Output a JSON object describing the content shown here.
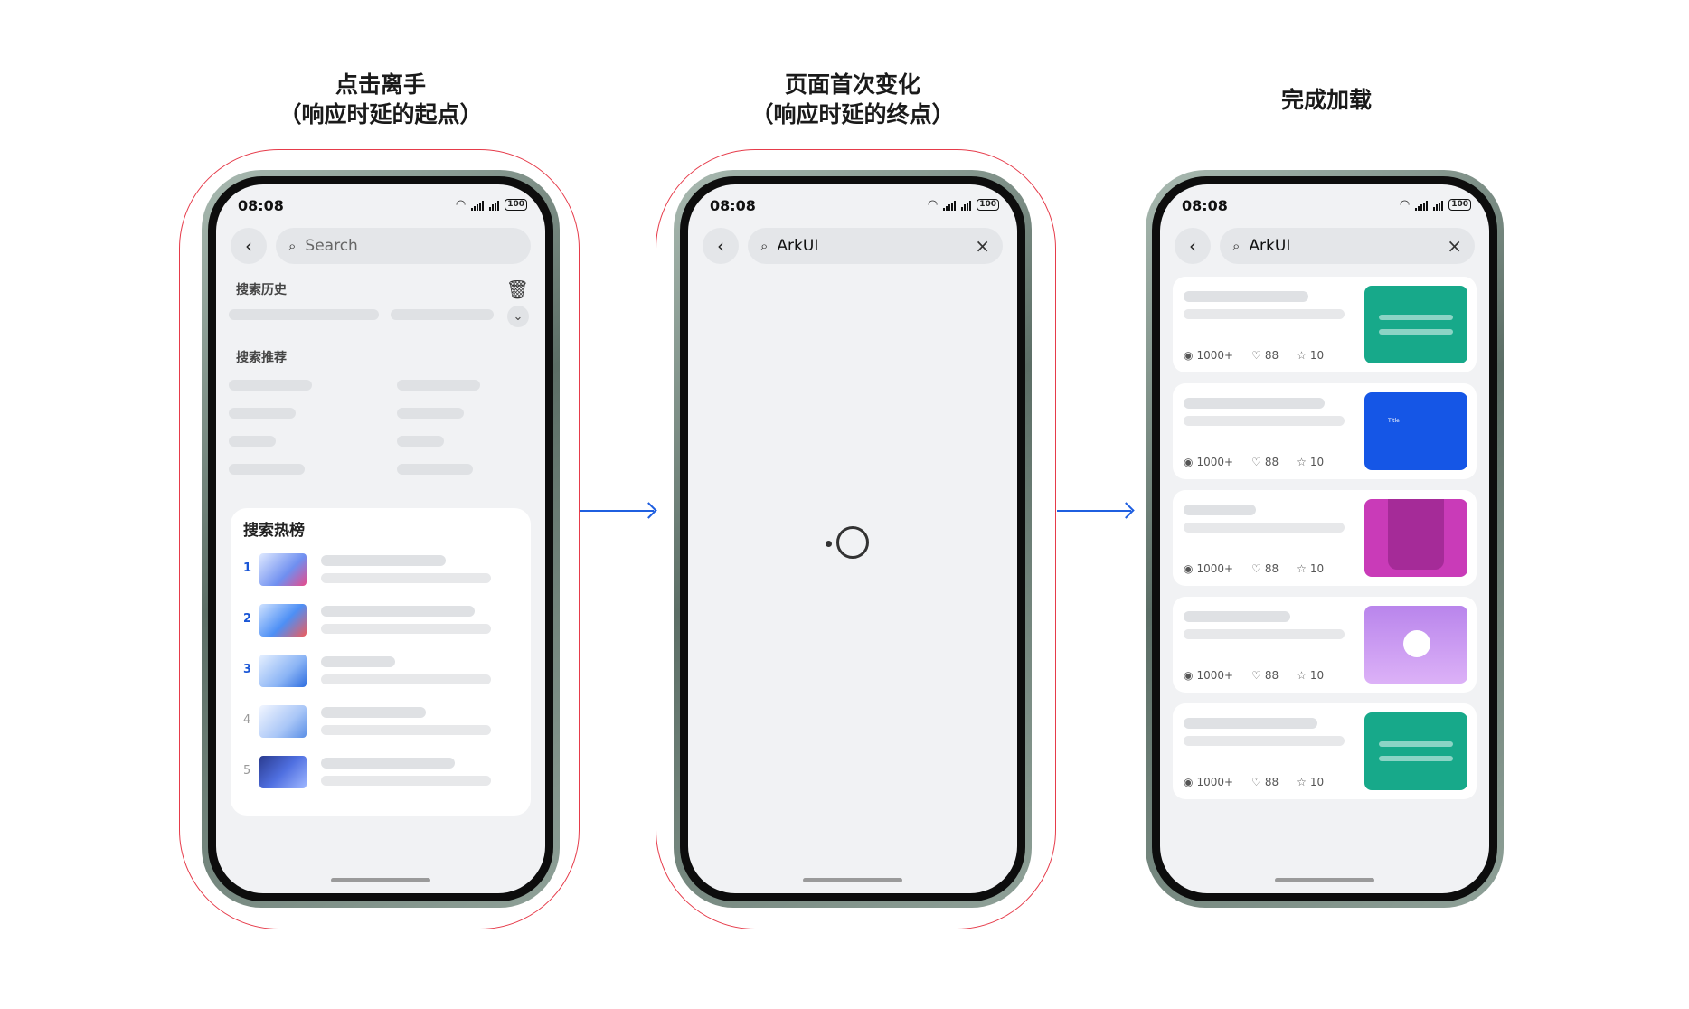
{
  "captions": {
    "step1_line1": "点击离手",
    "step1_line2": "（响应时延的起点）",
    "step2_line1": "页面首次变化",
    "step2_line2": "（响应时延的终点）",
    "step3_line1": "完成加载"
  },
  "status": {
    "time": "08:08",
    "battery": "100"
  },
  "phone1": {
    "search_placeholder": "Search",
    "history_title": "搜索历史",
    "recommend_title": "搜索推荐",
    "hot_title": "搜索热榜",
    "hot_ranks": [
      "1",
      "2",
      "3",
      "4",
      "5"
    ]
  },
  "phone2": {
    "search_value": "ArkUI"
  },
  "phone3": {
    "search_value": "ArkUI",
    "results": [
      {
        "views": "1000+",
        "likes": "88",
        "stars": "10",
        "thumb_color": "#17a98a"
      },
      {
        "views": "1000+",
        "likes": "88",
        "stars": "10",
        "thumb_color": "#1556e6",
        "thumb_label": "Title"
      },
      {
        "views": "1000+",
        "likes": "88",
        "stars": "10",
        "thumb_color": "#c93bb8"
      },
      {
        "views": "1000+",
        "likes": "88",
        "stars": "10",
        "thumb_color": "#c995f0"
      },
      {
        "views": "1000+",
        "likes": "88",
        "stars": "10",
        "thumb_color": "#17a98a"
      }
    ]
  },
  "colors": {
    "highlight": "#e63b4a",
    "arrow": "#1f5fe0",
    "rank_accent": "#1a56d6"
  }
}
